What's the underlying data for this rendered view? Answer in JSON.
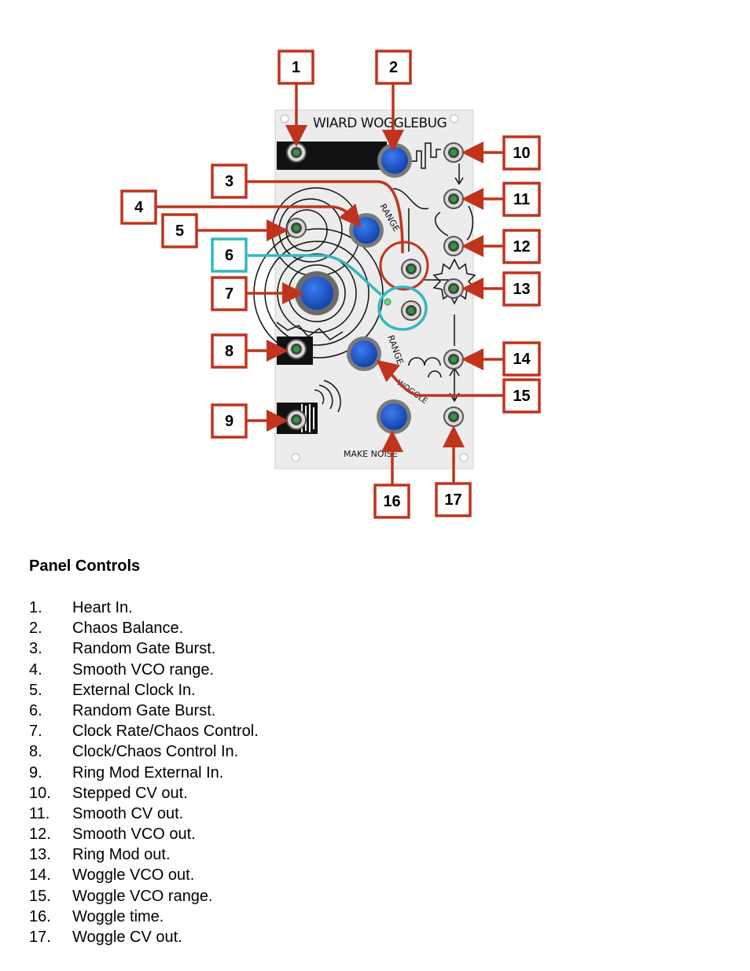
{
  "panel": {
    "title": "WIARD WOGGLEBUG",
    "brand": "MAKE NOISE",
    "labels": {
      "range_top": "RANGE",
      "range_bottom": "RANGE",
      "woggle": "WOGGLE"
    }
  },
  "callouts": [
    "1",
    "2",
    "3",
    "4",
    "5",
    "6",
    "7",
    "8",
    "9",
    "10",
    "11",
    "12",
    "13",
    "14",
    "15",
    "16",
    "17"
  ],
  "colors": {
    "callout_red": "#c0341d",
    "teal": "#33b8bd",
    "knob_blue": "#1f5fd6",
    "jack_green": "#2e9a3e",
    "panel": "#ececec"
  },
  "section_title": "Panel Controls",
  "controls": [
    {
      "num": "1.",
      "label": "Heart In."
    },
    {
      "num": "2.",
      "label": "Chaos Balance."
    },
    {
      "num": "3.",
      "label": "Random Gate Burst."
    },
    {
      "num": "4.",
      "label": "Smooth VCO range."
    },
    {
      "num": "5.",
      "label": "External Clock In."
    },
    {
      "num": "6.",
      "label": "Random Gate Burst."
    },
    {
      "num": "7.",
      "label": "Clock Rate/Chaos Control."
    },
    {
      "num": "8.",
      "label": "Clock/Chaos Control In."
    },
    {
      "num": "9.",
      "label": "Ring Mod External In."
    },
    {
      "num": "10.",
      "label": "Stepped CV out."
    },
    {
      "num": "11.",
      "label": "Smooth CV out."
    },
    {
      "num": "12.",
      "label": "Smooth VCO out."
    },
    {
      "num": "13.",
      "label": "Ring Mod out."
    },
    {
      "num": "14.",
      "label": "Woggle VCO out."
    },
    {
      "num": "15.",
      "label": "Woggle VCO range."
    },
    {
      "num": "16.",
      "label": "Woggle time."
    },
    {
      "num": "17.",
      "label": "Woggle CV out."
    }
  ]
}
